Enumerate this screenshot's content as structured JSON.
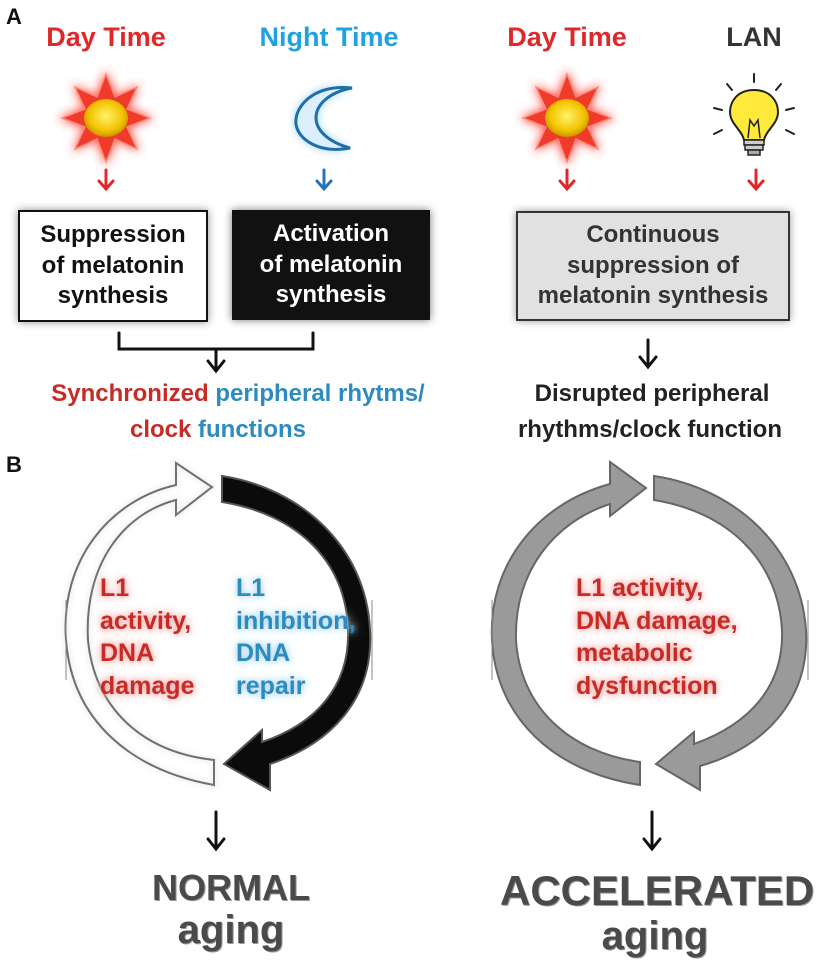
{
  "panel_a_label": "A",
  "panel_b_label": "B",
  "headers": {
    "day_time_left": "Day Time",
    "night_time": "Night Time",
    "day_time_right": "Day Time",
    "lan": "LAN"
  },
  "boxes": {
    "suppression": [
      "Suppression",
      "of melatonin",
      "synthesis"
    ],
    "activation": [
      "Activation",
      "of melatonin",
      "synthesis"
    ],
    "continuous": [
      "Continuous",
      "suppression of",
      "melatonin synthesis"
    ]
  },
  "left_outcome": {
    "line1_red": "Synchronized",
    "line1_blue": "peripheral rhytms/",
    "line2_red": "clock",
    "line2_blue": "functions"
  },
  "right_outcome": {
    "line1": "Disrupted peripheral",
    "line2": "rhythms/clock function"
  },
  "normal_cycle": {
    "left_text": [
      "L1",
      "activity,",
      "DNA",
      "damage"
    ],
    "right_text": [
      "L1",
      "inhibition,",
      "DNA",
      "repair"
    ]
  },
  "accelerated_cycle": {
    "text": [
      "L1 activity,",
      "DNA damage,",
      "metabolic",
      "dysfunction"
    ]
  },
  "results": {
    "normal": [
      "NORMAL",
      "aging"
    ],
    "accelerated": [
      "ACCELERATED",
      "aging"
    ]
  },
  "colors": {
    "red": "#e0282a",
    "blue": "#1ea3e0",
    "black": "#111111",
    "gray": "#888888"
  }
}
